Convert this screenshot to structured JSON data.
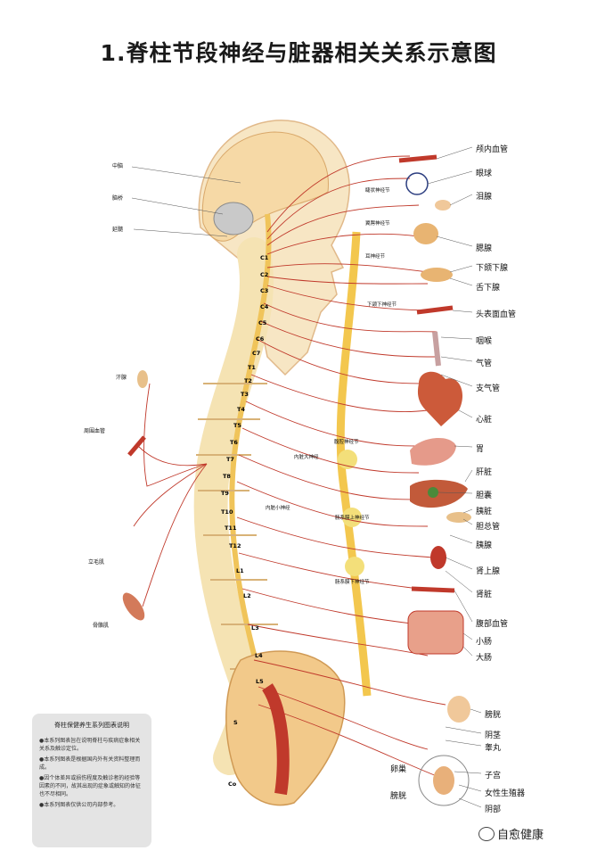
{
  "title": "1.脊柱节段神经与脏器相关关系示意图",
  "left_labels": [
    "中脑",
    "脑桥",
    "延髓",
    "汗腺",
    "周围血管",
    "立毛肌",
    "骨骼肌"
  ],
  "right_labels": [
    "颅内血管",
    "眼球",
    "泪腺",
    "腮腺",
    "下颌下腺",
    "舌下腺",
    "头表面血管",
    "咽喉",
    "气管",
    "支气管",
    "心脏",
    "胃",
    "肝脏",
    "胆囊",
    "胰脏",
    "胆总管",
    "胰腺",
    "肾上腺",
    "肾脏",
    "腹部血管",
    "小肠",
    "大肠",
    "膀胱",
    "阴茎",
    "睾丸",
    "子宫",
    "女性生殖器",
    "阴部"
  ],
  "lower_left_labels": [
    "卵巢",
    "膀胱"
  ],
  "ganglia_labels": [
    "睫状神经节",
    "翼腭神经节",
    "耳神经节",
    "下颌下神经节",
    "腹腔神经节",
    "内脏大神经",
    "内脏小神经",
    "肠系膜上神经节",
    "肠系膜下神经节"
  ],
  "vertebrae": [
    "C1",
    "C2",
    "C3",
    "C4",
    "C5",
    "C6",
    "C7",
    "T1",
    "T2",
    "T3",
    "T4",
    "T5",
    "T6",
    "T7",
    "T8",
    "T9",
    "T10",
    "T11",
    "T12",
    "L1",
    "L2",
    "L3",
    "L4",
    "L5",
    "S",
    "Co"
  ],
  "note": {
    "title": "脊柱保健养生系列图表说明",
    "items": [
      "●本系列图表旨在说明脊柱与疾病症象相关关系及触诊定位。",
      "●本系列图表是根据国内外有关资料整理而成。",
      "●因个体差异或损伤程度及触诊者的经验等因素的不同，故其出现的症象或触知的体征也不尽相同。",
      "●本系列图表仅供公司内部参考。"
    ]
  },
  "watermark": "自愈健康",
  "colors": {
    "nerve": "#c0392b",
    "spine": "#f2d89a",
    "organ": "#d35400",
    "bone": "#f5e3b3"
  }
}
